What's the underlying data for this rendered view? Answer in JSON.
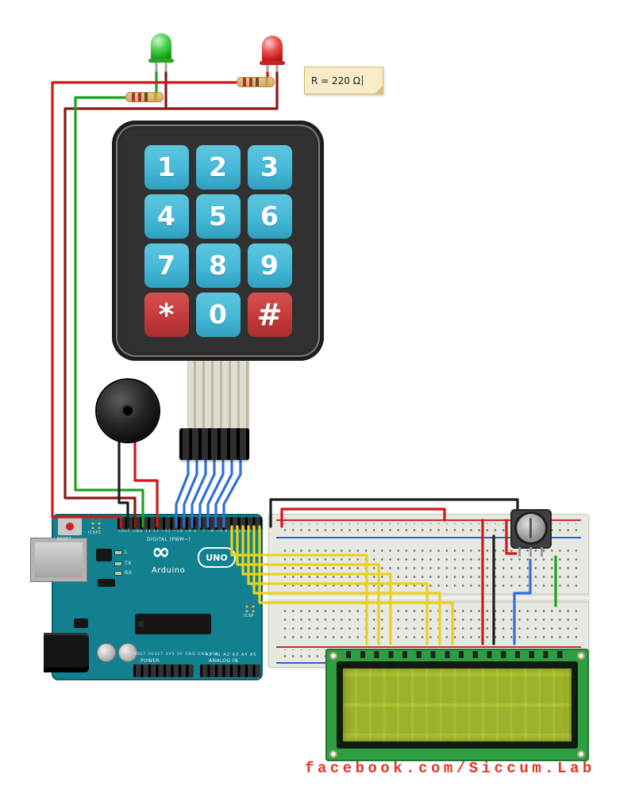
{
  "colors": {
    "wire-red": "#d01818",
    "wire-dark-red": "#8a1616",
    "wire-green": "#1ea11e",
    "wire-black": "#1c1c1c",
    "wire-blue": "#2e6fd9",
    "wire-yellow": "#e8d31c",
    "keypad-body": "#313131",
    "key-cyan": "#45b8d8",
    "key-red": "#c63a3a",
    "arduino-teal": "#12808e",
    "breadboard": "#e8e8e2",
    "lcd-pcb": "#2f9e41",
    "lcd-screen": "#b9cc35",
    "footer-red": "#e23526",
    "note-bg": "#f7ecc8"
  },
  "note": {
    "text": "R = 220 Ω"
  },
  "keypad": {
    "keys": [
      {
        "label": "1"
      },
      {
        "label": "2"
      },
      {
        "label": "3"
      },
      {
        "label": "4"
      },
      {
        "label": "5"
      },
      {
        "label": "6"
      },
      {
        "label": "7"
      },
      {
        "label": "8"
      },
      {
        "label": "9"
      },
      {
        "label": "*"
      },
      {
        "label": "0"
      },
      {
        "label": "#"
      }
    ]
  },
  "arduino": {
    "brand": "Arduino",
    "model": "UNO",
    "logo": "∞",
    "reset": "RESET",
    "icsp2": "ICSP2",
    "icsp": "ICSP",
    "led_l": "L",
    "led_tx": "TX",
    "led_rx": "RX",
    "digital_label": "DIGITAL (PWM~)",
    "power_label": "POWER",
    "analog_label": "ANALOG IN",
    "pins_digital_left": "AREF GND 13 12 ~11 ~10 ~9 8",
    "pins_digital_right": "7 ~6 ~5 4 ~3 2 1 0",
    "pins_power": "IOREF RESET 3V3 5V GND GND VIN",
    "pins_analog": "A0 A1 A2 A3 A4 A5"
  },
  "footer": {
    "text": "facebook.com/Siccum.Lab"
  }
}
